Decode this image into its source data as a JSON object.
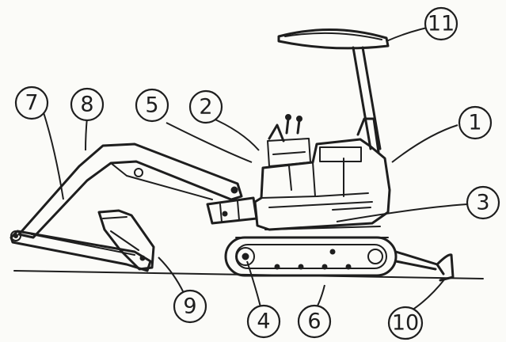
{
  "callouts": [
    {
      "id": "1",
      "label": "1"
    },
    {
      "id": "2",
      "label": "2"
    },
    {
      "id": "3",
      "label": "3"
    },
    {
      "id": "4",
      "label": "4"
    },
    {
      "id": "5",
      "label": "5"
    },
    {
      "id": "6",
      "label": "6"
    },
    {
      "id": "7",
      "label": "7"
    },
    {
      "id": "8",
      "label": "8"
    },
    {
      "id": "9",
      "label": "9"
    },
    {
      "id": "10",
      "label": "10"
    },
    {
      "id": "11",
      "label": "11"
    }
  ],
  "colors": {
    "ink": "#1e1e1e",
    "paper": "#fbfbf8"
  }
}
